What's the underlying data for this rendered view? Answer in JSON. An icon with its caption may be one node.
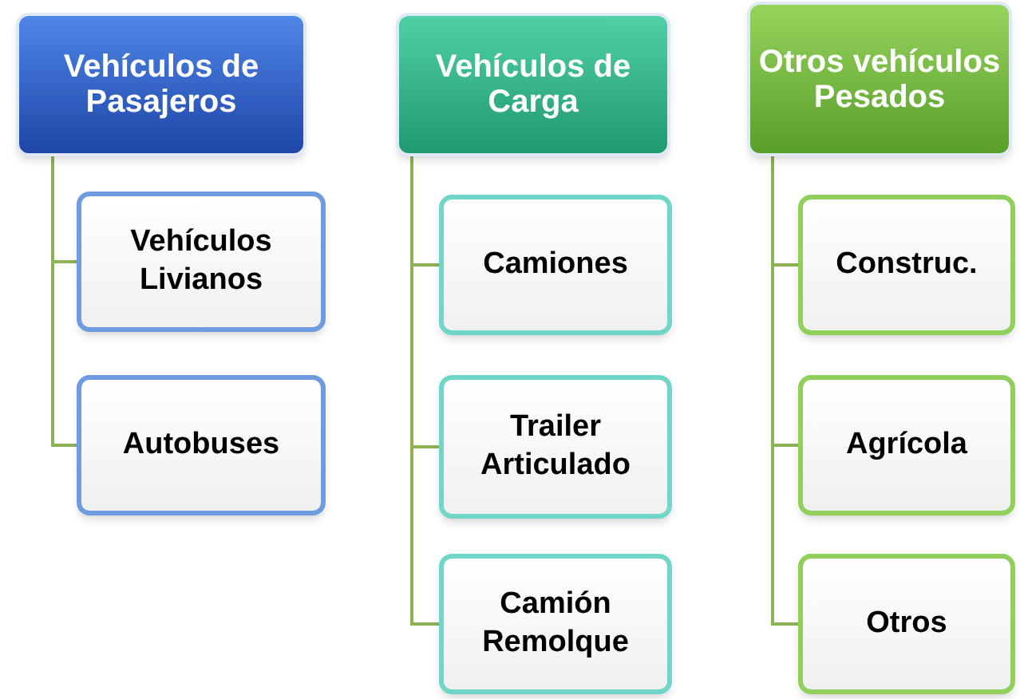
{
  "diagram": {
    "nodes": [
      {
        "text": [
          "Vehículos de Pasajeros"
        ]
      },
      {
        "text": [
          "Vehículos Livianos"
        ]
      },
      {
        "text": [
          "Autobuses"
        ]
      },
      {
        "text": [
          "Vehículos de Carga"
        ]
      },
      {
        "text": [
          "Camiones"
        ]
      },
      {
        "text": [
          "Trailer Articulado"
        ]
      },
      {
        "text": [
          "Camión Remolque"
        ]
      },
      {
        "text": [
          "Otros vehículos Pesados"
        ]
      },
      {
        "text": [
          "Construc."
        ]
      },
      {
        "text": [
          "Agrícola"
        ]
      },
      {
        "text": [
          "Otros"
        ]
      }
    ],
    "edges": [
      {
        "from": 0,
        "to": 1,
        "arrow": "none"
      },
      {
        "from": 0,
        "to": 2,
        "arrow": "none"
      },
      {
        "from": 3,
        "to": 4,
        "arrow": "none"
      },
      {
        "from": 3,
        "to": 5,
        "arrow": "none"
      },
      {
        "from": 3,
        "to": 6,
        "arrow": "none"
      },
      {
        "from": 7,
        "to": 8,
        "arrow": "none"
      },
      {
        "from": 7,
        "to": 9,
        "arrow": "none"
      },
      {
        "from": 7,
        "to": 10,
        "arrow": "none"
      }
    ]
  }
}
